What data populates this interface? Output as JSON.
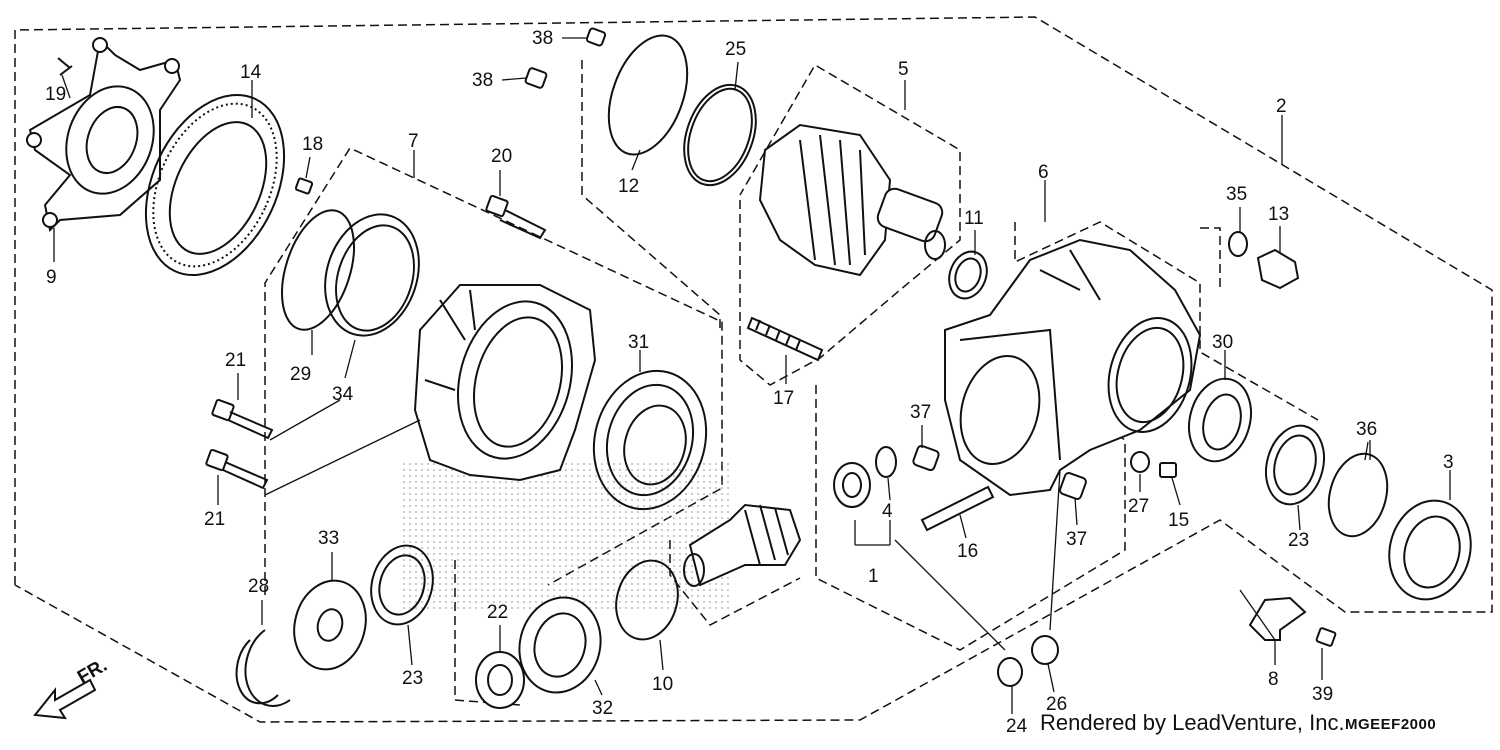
{
  "callouts": [
    {
      "id": "c1",
      "text": "1"
    },
    {
      "id": "c2",
      "text": "2"
    },
    {
      "id": "c3",
      "text": "3"
    },
    {
      "id": "c4",
      "text": "4"
    },
    {
      "id": "c5",
      "text": "5"
    },
    {
      "id": "c6",
      "text": "6"
    },
    {
      "id": "c7",
      "text": "7"
    },
    {
      "id": "c8",
      "text": "8"
    },
    {
      "id": "c9",
      "text": "9"
    },
    {
      "id": "c10",
      "text": "10"
    },
    {
      "id": "c11",
      "text": "11"
    },
    {
      "id": "c12",
      "text": "12"
    },
    {
      "id": "c13",
      "text": "13"
    },
    {
      "id": "c14",
      "text": "14"
    },
    {
      "id": "c15",
      "text": "15"
    },
    {
      "id": "c16",
      "text": "16"
    },
    {
      "id": "c17",
      "text": "17"
    },
    {
      "id": "c18",
      "text": "18"
    },
    {
      "id": "c19",
      "text": "19"
    },
    {
      "id": "c20",
      "text": "20"
    },
    {
      "id": "c21a",
      "text": "21"
    },
    {
      "id": "c21b",
      "text": "21"
    },
    {
      "id": "c22",
      "text": "22"
    },
    {
      "id": "c23a",
      "text": "23"
    },
    {
      "id": "c23b",
      "text": "23"
    },
    {
      "id": "c24",
      "text": "24"
    },
    {
      "id": "c25",
      "text": "25"
    },
    {
      "id": "c26",
      "text": "26"
    },
    {
      "id": "c27",
      "text": "27"
    },
    {
      "id": "c28",
      "text": "28"
    },
    {
      "id": "c29",
      "text": "29"
    },
    {
      "id": "c30",
      "text": "30"
    },
    {
      "id": "c31",
      "text": "31"
    },
    {
      "id": "c32",
      "text": "32"
    },
    {
      "id": "c33",
      "text": "33"
    },
    {
      "id": "c34",
      "text": "34"
    },
    {
      "id": "c35",
      "text": "35"
    },
    {
      "id": "c36",
      "text": "36"
    },
    {
      "id": "c37a",
      "text": "37"
    },
    {
      "id": "c37b",
      "text": "37"
    },
    {
      "id": "c38a",
      "text": "38"
    },
    {
      "id": "c38b",
      "text": "38"
    },
    {
      "id": "c39",
      "text": "39"
    }
  ],
  "front_arrow_label": "FR.",
  "footer": {
    "rendered_by": "Rendered by LeadVenture, Inc.",
    "diagram_code": "MGEEF2000"
  }
}
